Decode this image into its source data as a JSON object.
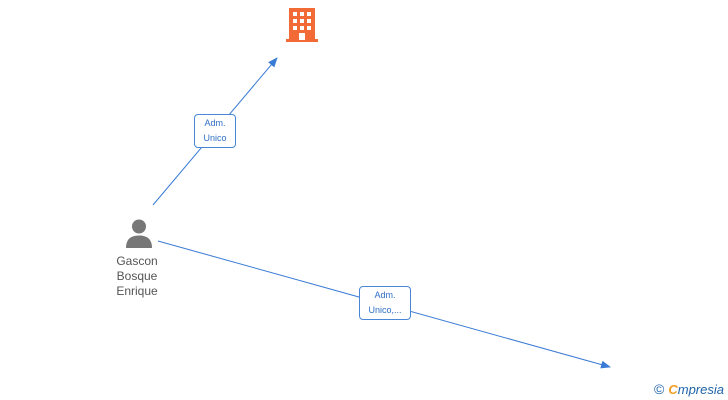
{
  "nodes": {
    "person": {
      "name_lines": [
        "Gascon",
        "Bosque",
        "Enrique"
      ],
      "icon": "person-icon"
    },
    "company_top": {
      "icon": "building-icon",
      "color": "#f26a35"
    }
  },
  "edges": [
    {
      "label_lines": [
        "Adm.",
        "Unico"
      ]
    },
    {
      "label_lines": [
        "Adm.",
        "Unico,..."
      ]
    }
  ],
  "footer": {
    "copyright_symbol": "©",
    "brand_initial": "C",
    "brand_rest": "mpresia"
  },
  "colors": {
    "edge": "#3a7bd5",
    "person_icon": "#777777",
    "building_icon": "#f26a35"
  }
}
